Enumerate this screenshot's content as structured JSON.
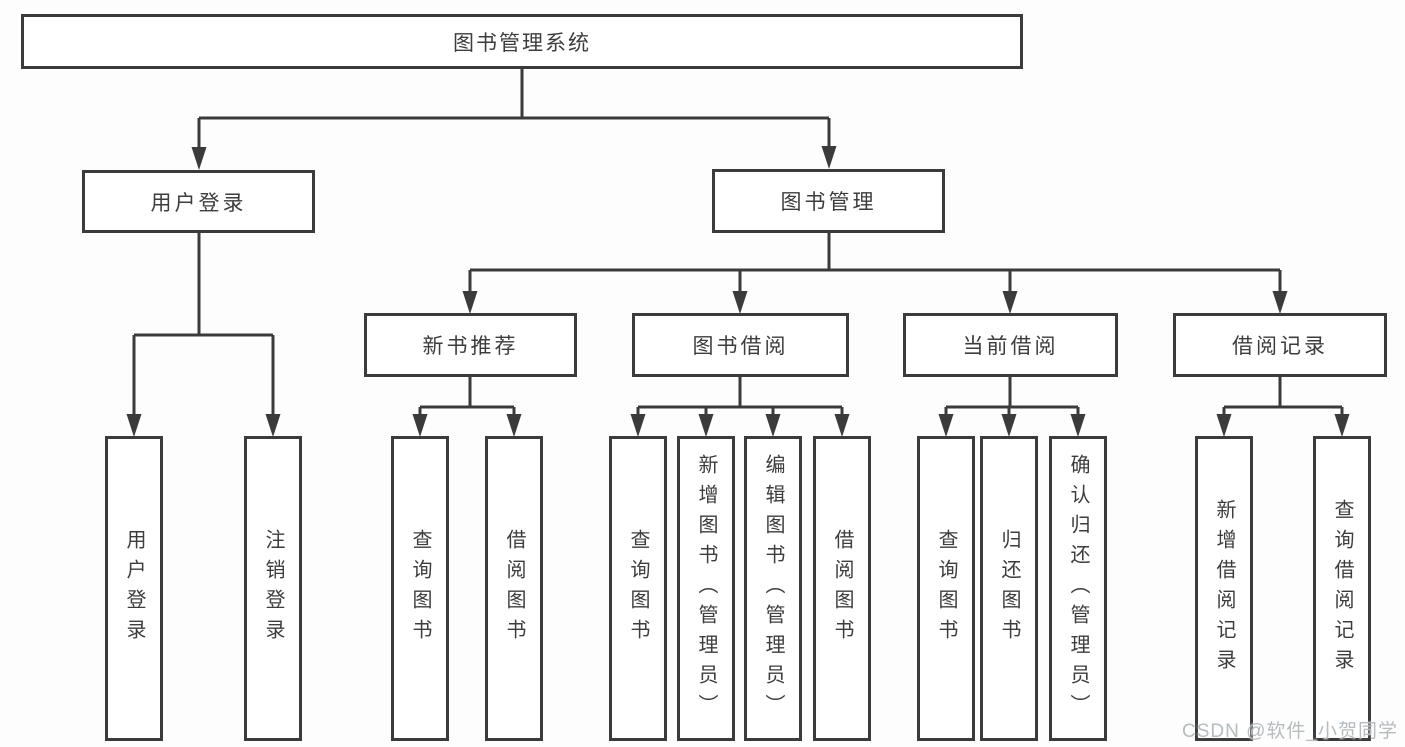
{
  "root": {
    "label": "图书管理系统"
  },
  "level2": [
    {
      "id": "user-login",
      "label": "用户登录"
    },
    {
      "id": "book-management",
      "label": "图书管理"
    }
  ],
  "level3": [
    {
      "id": "new-book-recommendation",
      "label": "新书推荐"
    },
    {
      "id": "book-borrowing",
      "label": "图书借阅"
    },
    {
      "id": "current-borrowing",
      "label": "当前借阅"
    },
    {
      "id": "borrowing-records",
      "label": "借阅记录"
    }
  ],
  "leaves": [
    {
      "parent": "user-login",
      "label": "用户登录"
    },
    {
      "parent": "user-login",
      "label": "注销登录"
    },
    {
      "parent": "new-book-recommendation",
      "label": "查询图书"
    },
    {
      "parent": "new-book-recommendation",
      "label": "借阅图书"
    },
    {
      "parent": "book-borrowing",
      "label": "查询图书"
    },
    {
      "parent": "book-borrowing",
      "label": "新增图书（管理员）"
    },
    {
      "parent": "book-borrowing",
      "label": "编辑图书（管理员）"
    },
    {
      "parent": "book-borrowing",
      "label": "借阅图书"
    },
    {
      "parent": "current-borrowing",
      "label": "查询图书"
    },
    {
      "parent": "current-borrowing",
      "label": "归还图书"
    },
    {
      "parent": "current-borrowing",
      "label": "确认归还（管理员）"
    },
    {
      "parent": "borrowing-records",
      "label": "新增借阅记录"
    },
    {
      "parent": "borrowing-records",
      "label": "查询借阅记录"
    }
  ],
  "watermark": {
    "text": "CSDN @软件_小贺同学"
  },
  "colors": {
    "line": "#3b3b3b",
    "text": "#3d3d3d",
    "box_bg": "#ffffff",
    "watermark": "#b2b7bc"
  }
}
